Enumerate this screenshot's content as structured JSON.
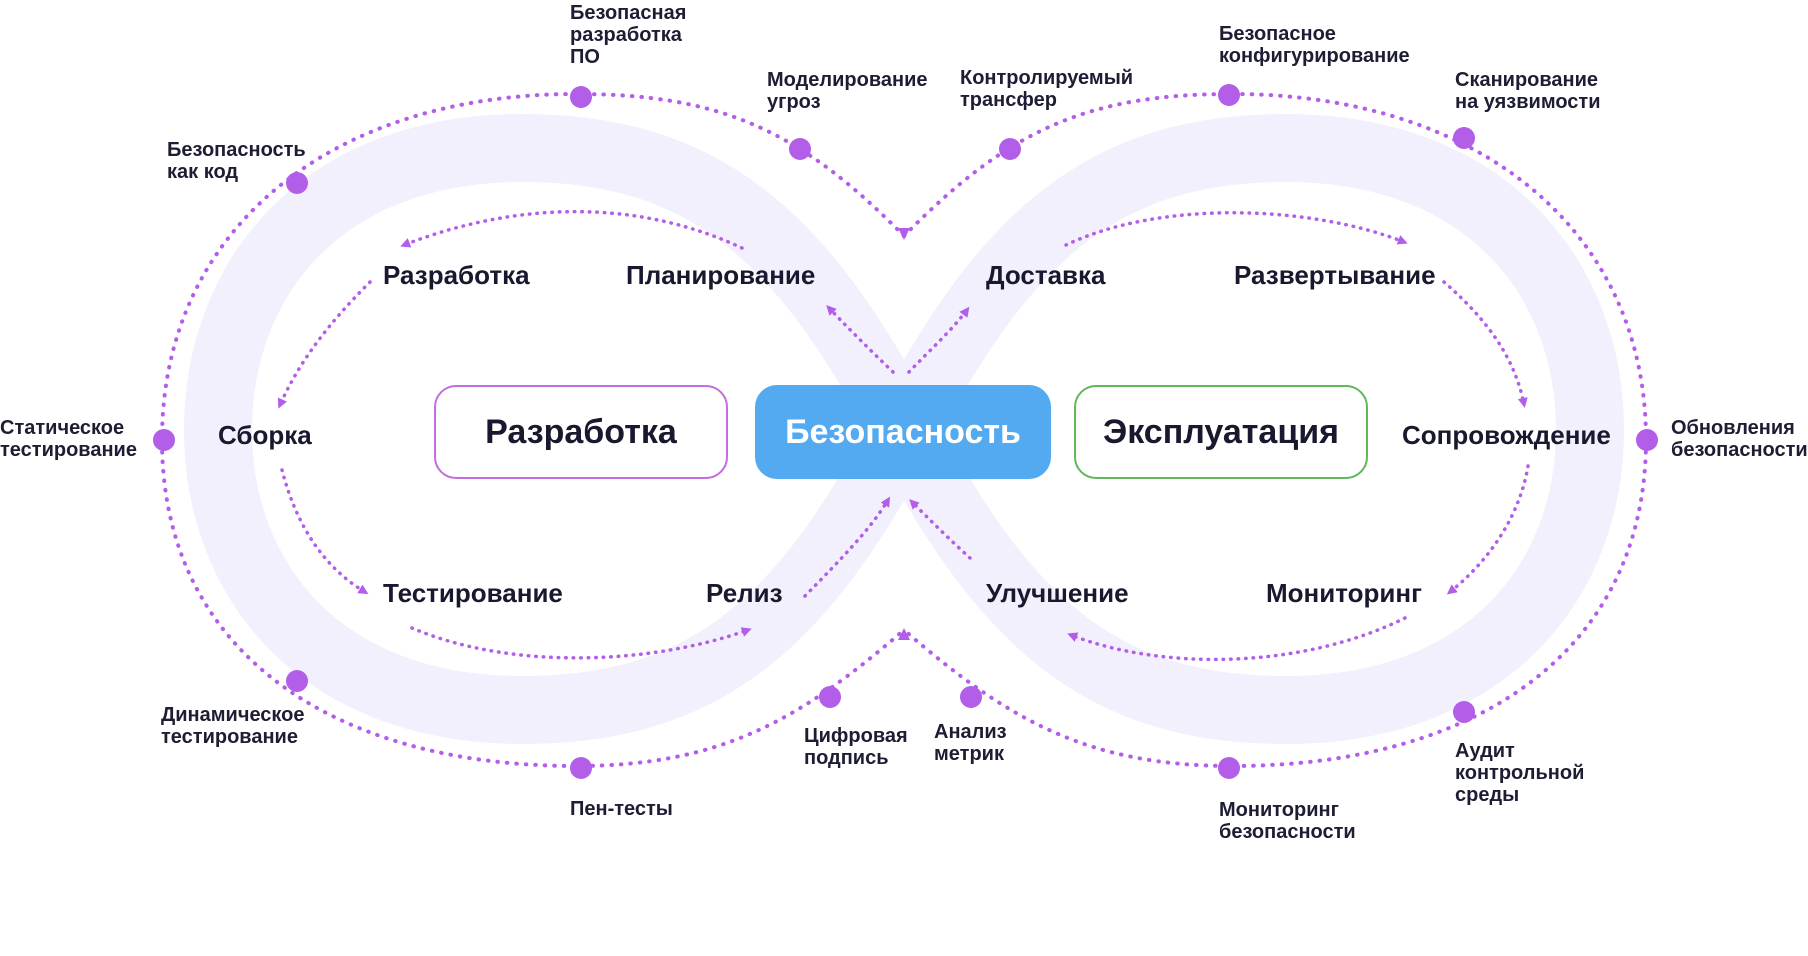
{
  "colors": {
    "band": "#f2f0fc",
    "dots": "#b25ee8",
    "dev_border": "#c46ce0",
    "security_fill": "#53aaf0",
    "ops_border": "#5fb85a"
  },
  "center": {
    "development": "Разработка",
    "security": "Безопасность",
    "operations": "Эксплуатация"
  },
  "inner_stages": {
    "development": "Разработка",
    "planning": "Планирование",
    "build": "Сборка",
    "testing": "Тестирование",
    "release": "Релиз",
    "delivery": "Доставка",
    "deployment": "Развертывание",
    "support": "Сопровождение",
    "monitoring": "Мониторинг",
    "improvement": "Улучшение"
  },
  "outer_practices": {
    "secure_dev": "Безопасная\nразработка\nПО",
    "threat_modeling": "Моделирование\nугроз",
    "controlled_transfer": "Контролируемый\nтрансфер",
    "secure_config": "Безопасное\nконфигурирование",
    "vuln_scanning": "Сканирование\nна уязвимости",
    "security_as_code": "Безопасность\nкак код",
    "static_testing": "Статическое\nтестирование",
    "security_updates": "Обновления\nбезопасности",
    "dynamic_testing": "Динамическое\nтестирование",
    "pen_tests": "Пен-тесты",
    "digital_signature": "Цифровая\nподпись",
    "metrics_analysis": "Анализ\nметрик",
    "security_monitoring": "Мониторинг\nбезопасности",
    "environment_audit": "Аудит\nконтрольной\nсреды"
  }
}
